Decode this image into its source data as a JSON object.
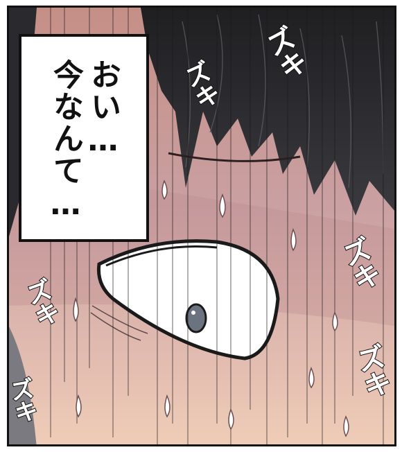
{
  "speech": {
    "line1": "おい…",
    "line2": "今なんて…"
  },
  "sfx": {
    "a": "ズキ",
    "b": "ズキ",
    "c": "ズキ",
    "d": "ズキ",
    "e": "ズキ",
    "f": "ズキ"
  },
  "colors": {
    "skin": "#e6beb0",
    "hair": "#2a2a2c",
    "outline": "#111111",
    "iris": "#6b7280"
  }
}
